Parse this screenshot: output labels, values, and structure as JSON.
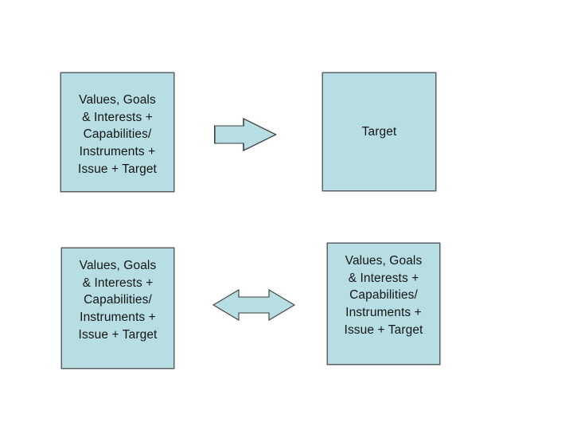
{
  "diagram": {
    "title": "",
    "background_color": "#ffffff",
    "node_fill_color": "#b7dee3",
    "node_border_color": "#5a5f63",
    "text_color": "#141414",
    "arrow_fill_color": "#b7dee3",
    "arrow_border_color": "#3a3f42",
    "nodes": [
      {
        "id": "source-top",
        "label": "Values, Goals\n& Interests +\nCapabilities/\nInstruments +\nIssue + Target"
      },
      {
        "id": "target-top",
        "label": "Target"
      },
      {
        "id": "source-bottom",
        "label": "Values, Goals\n& Interests +\nCapabilities/\nInstruments +\nIssue + Target"
      },
      {
        "id": "target-bottom",
        "label": "Values, Goals\n& Interests +\nCapabilities/\nInstruments +\nIssue + Target"
      }
    ],
    "connectors": [
      {
        "id": "one-way",
        "icon": "arrow-right-icon",
        "direction": "right",
        "from": "source-top",
        "to": "target-top"
      },
      {
        "id": "two-way",
        "icon": "arrow-left-right-icon",
        "direction": "bidirectional",
        "from": "source-bottom",
        "to": "target-bottom"
      }
    ]
  }
}
